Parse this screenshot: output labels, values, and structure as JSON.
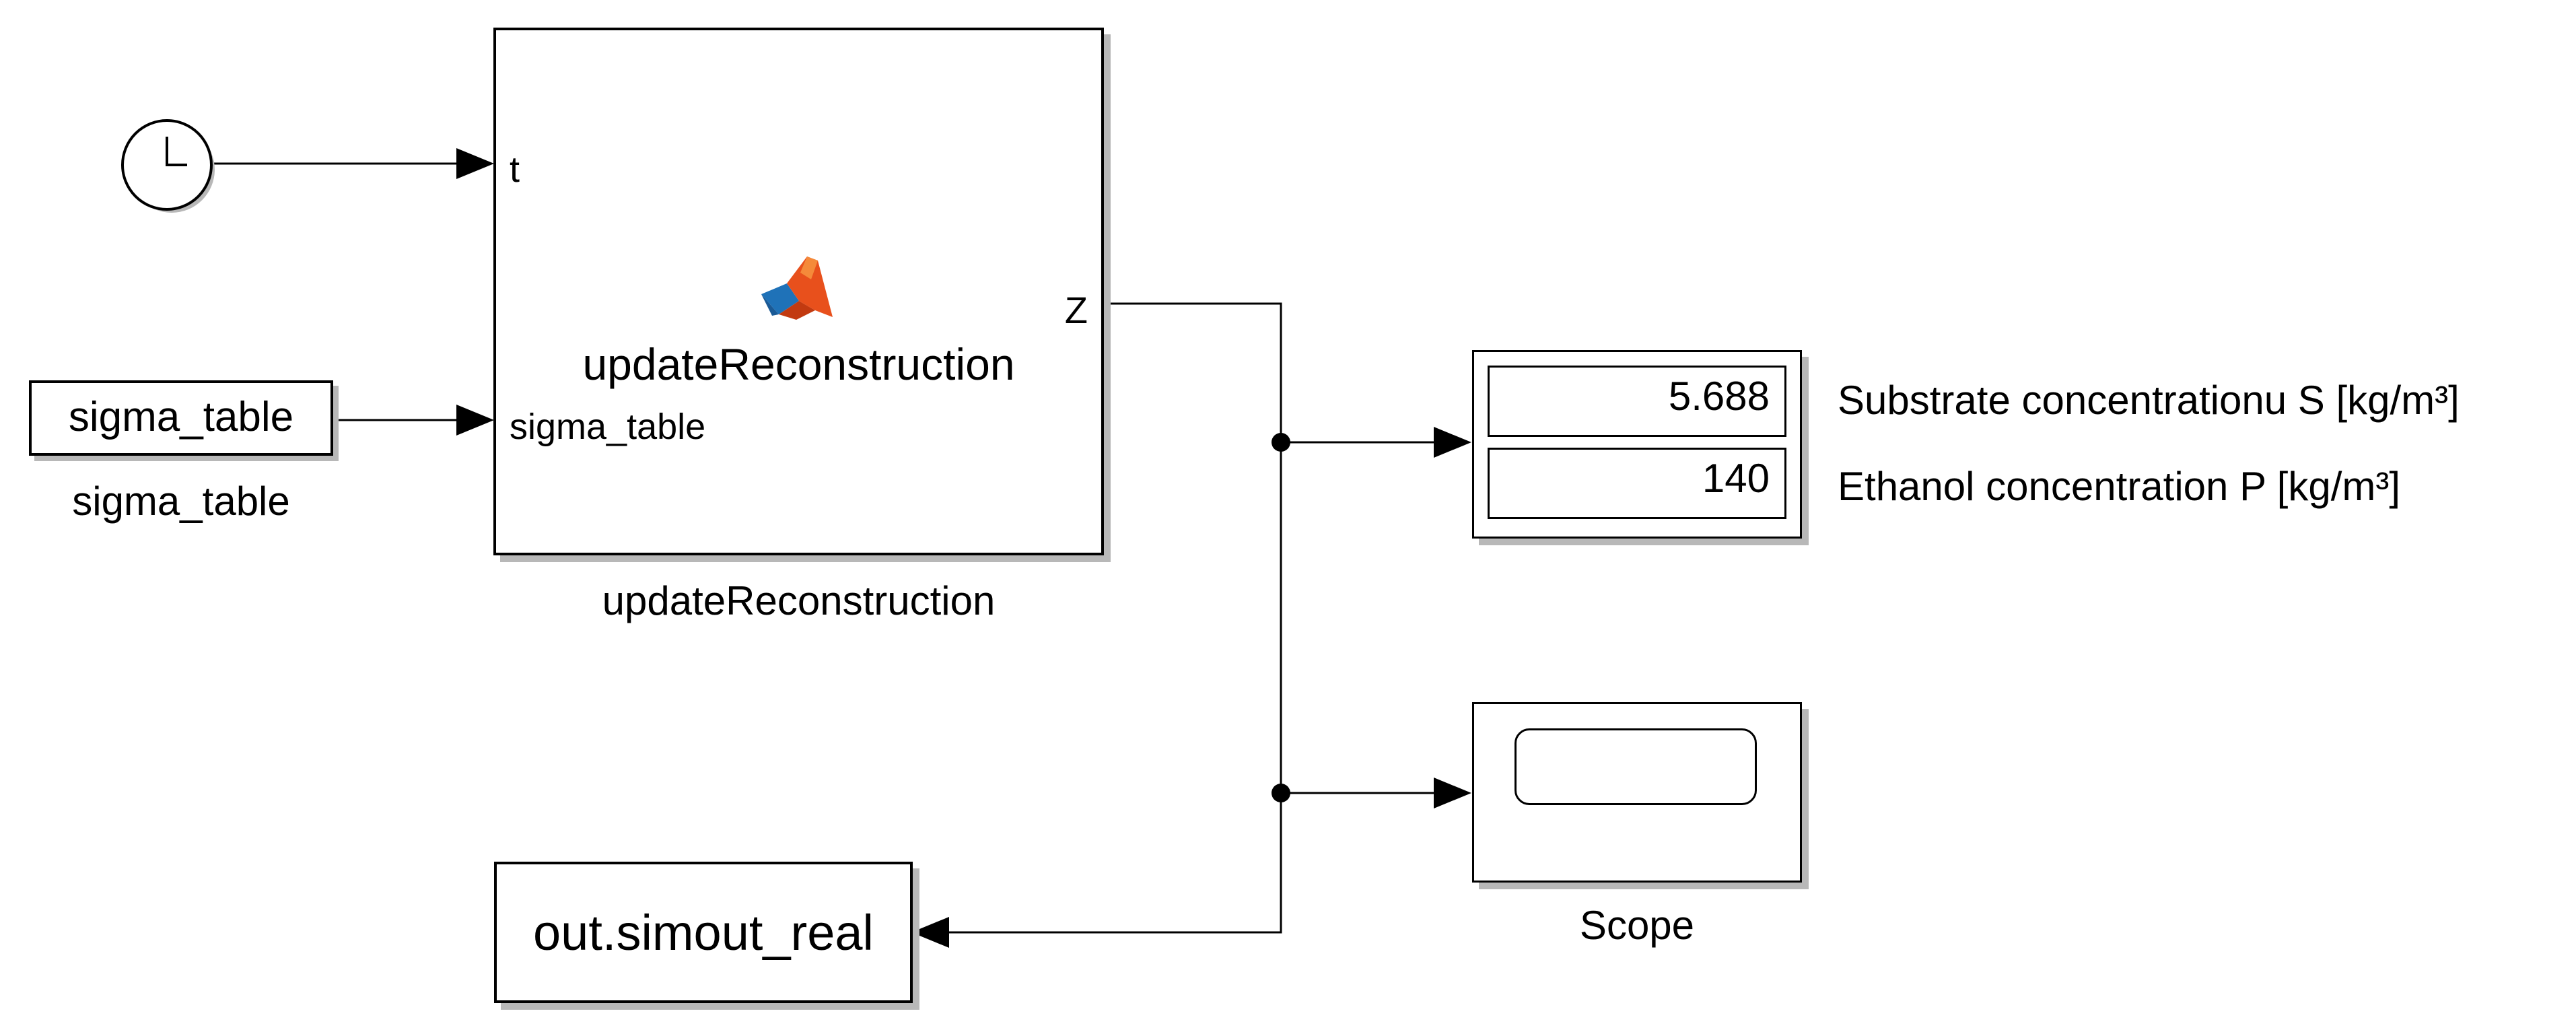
{
  "diagram": {
    "clock": {
      "icon": "clock-icon"
    },
    "function_block": {
      "icon": "matlab-logo-icon",
      "title": "updateReconstruction",
      "caption": "updateReconstruction",
      "port_t": "t",
      "port_sigma": "sigma_table",
      "port_z": "Z"
    },
    "constant": {
      "value": "sigma_table",
      "caption": "sigma_table"
    },
    "display": {
      "values": [
        "5.688",
        "140"
      ],
      "labels": [
        "Substrate concentrationu S [kg/m³]",
        "Ethanol concentration P [kg/m³]"
      ]
    },
    "scope": {
      "icon": "scope-screen-icon",
      "caption": "Scope"
    },
    "to_workspace": {
      "value": "out.simout_real"
    }
  }
}
